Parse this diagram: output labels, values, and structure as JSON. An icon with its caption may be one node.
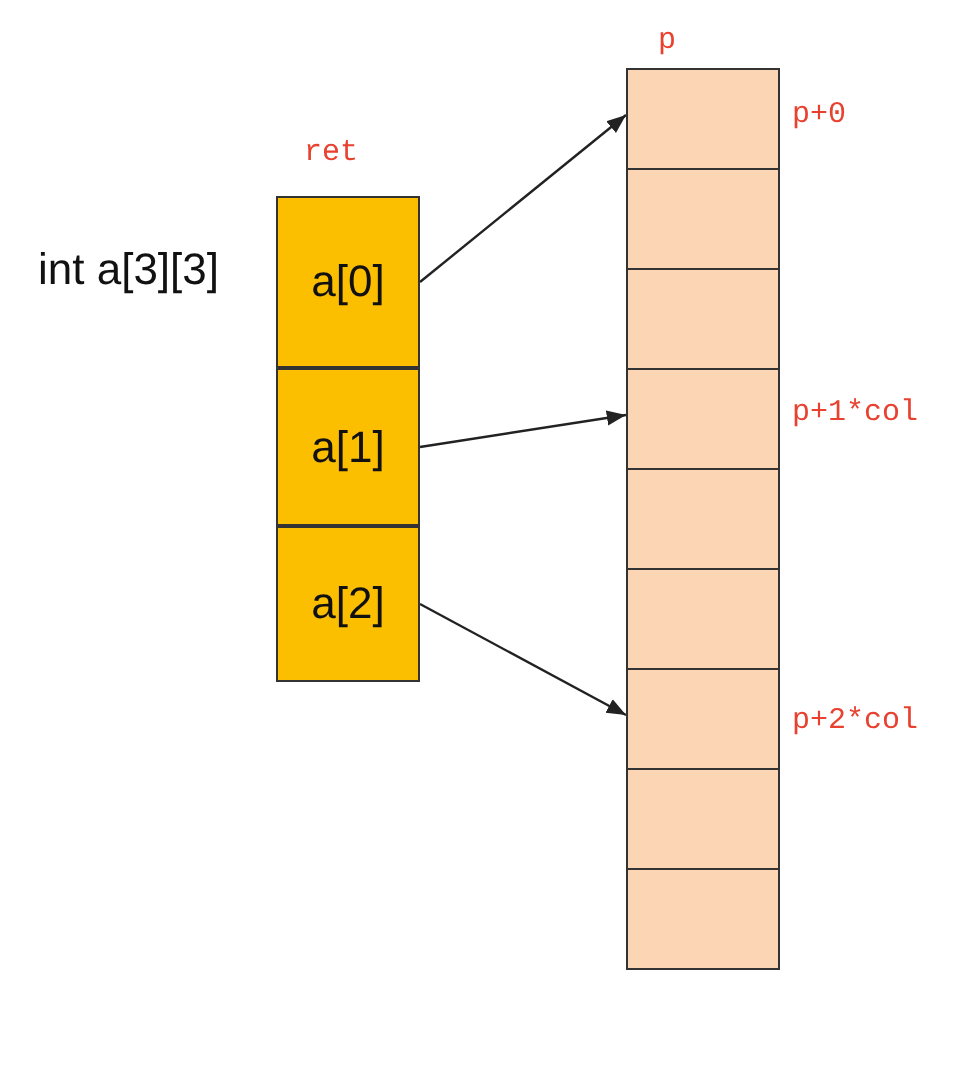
{
  "diagram": {
    "nodes": [
      {
        "text": [
          "a[0]"
        ]
      },
      {
        "text": [
          "a[1]"
        ]
      },
      {
        "text": [
          "a[2]"
        ]
      },
      {
        "text": [],
        "shape": "box"
      },
      {
        "text": [],
        "shape": "box"
      },
      {
        "text": [],
        "shape": "box"
      },
      {
        "text": [],
        "shape": "box"
      },
      {
        "text": [],
        "shape": "box"
      },
      {
        "text": [],
        "shape": "box"
      },
      {
        "text": [],
        "shape": "box"
      },
      {
        "text": [],
        "shape": "box"
      },
      {
        "text": [],
        "shape": "box"
      }
    ],
    "edges": [
      {
        "from": 0,
        "to": 3,
        "arrow": "to"
      },
      {
        "from": 1,
        "to": 6,
        "arrow": "to"
      },
      {
        "from": 2,
        "to": 9,
        "arrow": "to"
      }
    ],
    "labels": [
      "p",
      "ret",
      "int a[3][3]",
      "p+0",
      "p+1*col",
      "p+2*col"
    ]
  }
}
